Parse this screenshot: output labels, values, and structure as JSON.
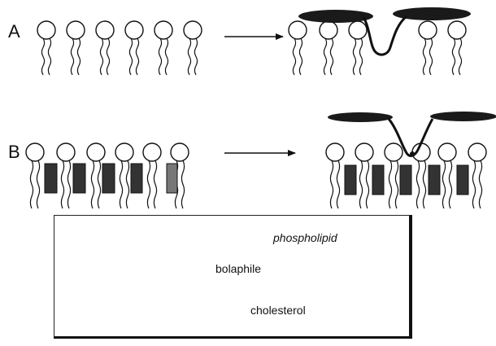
{
  "panels": [
    {
      "label": "A"
    },
    {
      "label": "B"
    }
  ],
  "legend": {
    "bolaphile_label": "bolaphile",
    "cholesterol_label": "cholesterol",
    "phospholipid_label": "phospholipid"
  },
  "colors": {
    "ink": "#111111",
    "bolaphile_fill": "#1a1a1a",
    "cholesterol_fill": "#333333",
    "cholesterol_fill_light": "#777777"
  }
}
